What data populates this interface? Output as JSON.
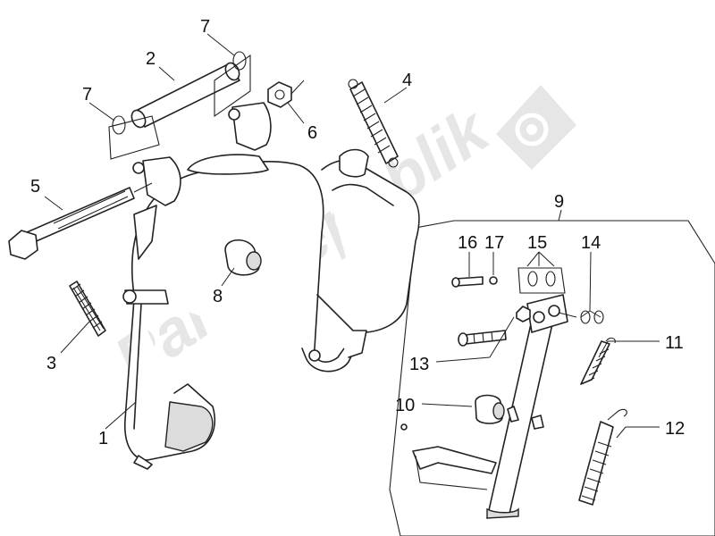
{
  "watermark": {
    "text": "PartsRepublik",
    "color": "#e6e6e6"
  },
  "callouts": {
    "c1": "1",
    "c2": "2",
    "c3": "3",
    "c4": "4",
    "c5": "5",
    "c6": "6",
    "c7a": "7",
    "c7b": "7",
    "c8": "8",
    "c9": "9",
    "c10": "10",
    "c11": "11",
    "c12": "12",
    "c13": "13",
    "c14": "14",
    "c15": "15",
    "c16": "16",
    "c17": "17"
  }
}
